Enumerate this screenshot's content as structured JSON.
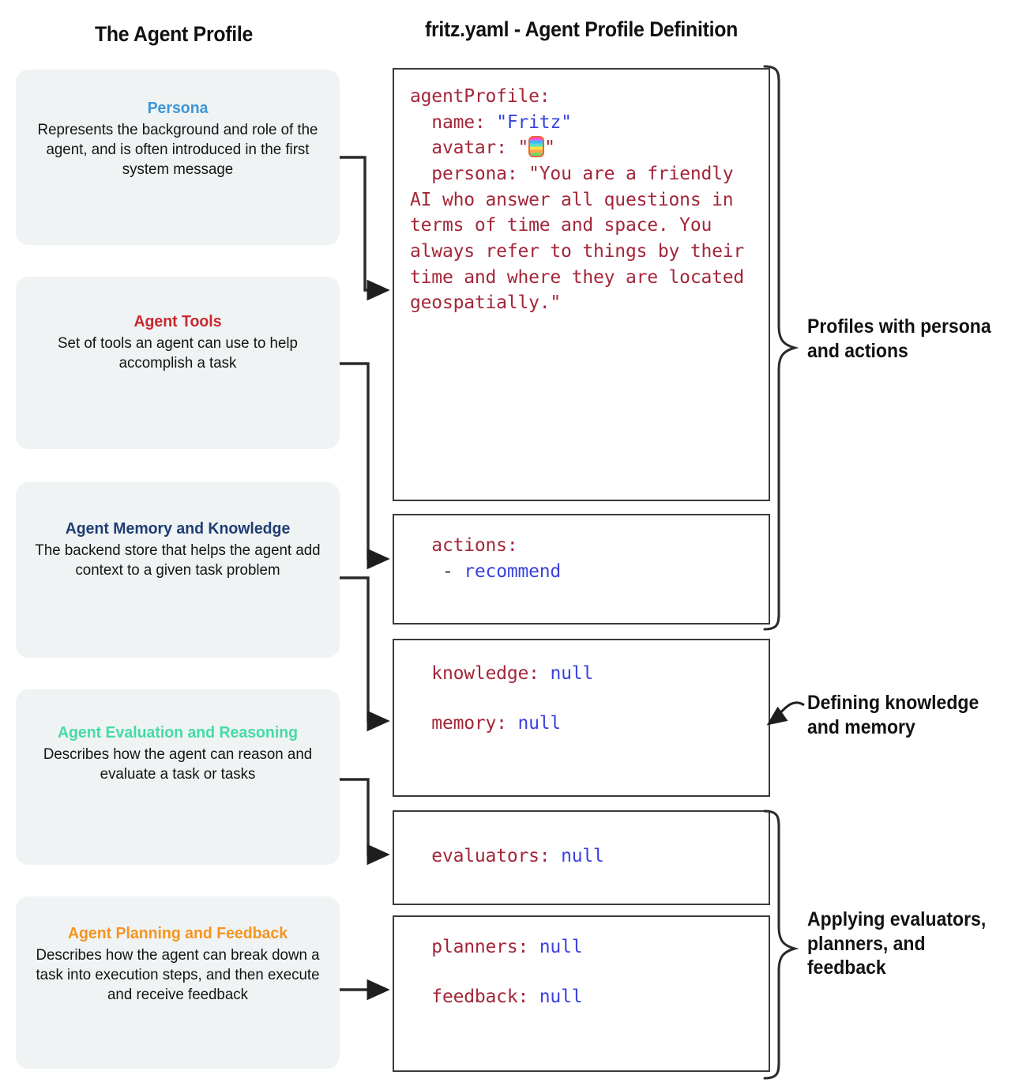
{
  "headings": {
    "left_column": "The Agent Profile",
    "right_column": "fritz.yaml - Agent Profile Definition"
  },
  "colors": {
    "persona": "#3d96d6",
    "tools": "#c9272d",
    "memory": "#1f3d73",
    "evaluation": "#44dba5",
    "planning": "#f5941f",
    "card_background": "#eff3f4",
    "code_key": "#a32638",
    "code_value": "#3a41df",
    "box_border": "#3a3a3a"
  },
  "cards": [
    {
      "title": "Persona",
      "description": "Represents the background and role of the agent, and is often introduced in the first system message"
    },
    {
      "title": "Agent Tools",
      "description": "Set of tools an agent can use to help accomplish a task"
    },
    {
      "title": "Agent Memory and Knowledge",
      "description": "The backend store that helps the agent add context to a given task problem"
    },
    {
      "title": "Agent Evaluation and Reasoning",
      "description": "Describes how the agent can reason and evaluate a task or tasks"
    },
    {
      "title": "Agent Planning and Feedback",
      "description": "Describes how the agent can break down a task into execution steps, and then execute and receive feedback"
    }
  ],
  "code_boxes": {
    "profile": {
      "root_key": "agentProfile:",
      "name_key": "  name:",
      "name_value": "\"Fritz\"",
      "avatar_key": "  avatar:",
      "avatar_quote_open": "\"",
      "avatar_icon": "avatar-emoji-icon",
      "avatar_quote_close": "\"",
      "persona_key": "  persona:",
      "persona_value": "\"You are a friendly AI who answer all questions in terms of time and space. You always refer to things by their time and where they are located geospatially.\""
    },
    "actions": {
      "key": "  actions:",
      "dash": "   - ",
      "value": "recommend"
    },
    "knowledge": {
      "key": "  knowledge:",
      "value": "null",
      "key2": "  memory:",
      "value2": "null"
    },
    "evaluators": {
      "key": "  evaluators:",
      "value": "null"
    },
    "planners": {
      "key": "  planners:",
      "value": "null",
      "key2": "  feedback:",
      "value2": "null"
    }
  },
  "annotations": [
    {
      "text": "Profiles with persona and actions"
    },
    {
      "text": "Defining knowledge and memory"
    },
    {
      "text": "Applying evaluators, planners, and feedback"
    }
  ]
}
